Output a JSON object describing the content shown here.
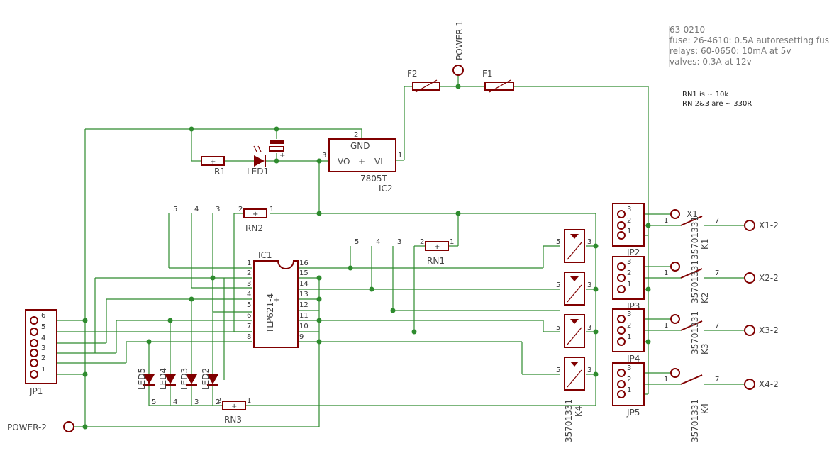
{
  "notes": {
    "lines": [
      "63-0210",
      "fuse: 26-4610: 0.5A autoresetting fus",
      "relays: 60-0650: 10mA at 5v",
      "valves: 0.3A at 12v"
    ],
    "rn_lines": [
      "RN1 is ~ 10k",
      "RN 2&3 are ~ 330R"
    ]
  },
  "labels": {
    "power1": "POWER-1",
    "power2": "POWER-2",
    "f1": "F1",
    "f2": "F2",
    "r1": "R1",
    "led1": "LED1",
    "ic2_gnd": "GND",
    "ic2_vo": "VO",
    "ic2_vi": "VI",
    "ic2_part": "7805T",
    "ic2_name": "IC2",
    "ic1_name": "IC1",
    "ic1_part": "TLP621-4",
    "rn1": "RN1",
    "rn2": "RN2",
    "rn3": "RN3",
    "jp1": "JP1",
    "jp2": "JP2",
    "jp3": "JP3",
    "jp4": "JP4",
    "jp5": "JP5",
    "led5": "LED5",
    "led4": "LED4",
    "led3": "LED3",
    "led2": "LED2",
    "relay_part": "35701331",
    "k1": "K1",
    "k2": "K2",
    "k3": "K3",
    "k4": "K4",
    "x1": "X1-2",
    "x2": "X2-2",
    "x3": "X3-2",
    "x4": "X4-2",
    "x1_top": "X1",
    "plus": "+"
  },
  "pins": {
    "one": "1",
    "two": "2",
    "three": "3",
    "four": "4",
    "five": "5",
    "six": "6",
    "seven": "7",
    "eight": "8",
    "nine": "9",
    "ten": "10",
    "eleven": "11",
    "twelve": "12",
    "thirteen": "13",
    "fourteen": "14",
    "fifteen": "15",
    "sixteen": "16"
  }
}
